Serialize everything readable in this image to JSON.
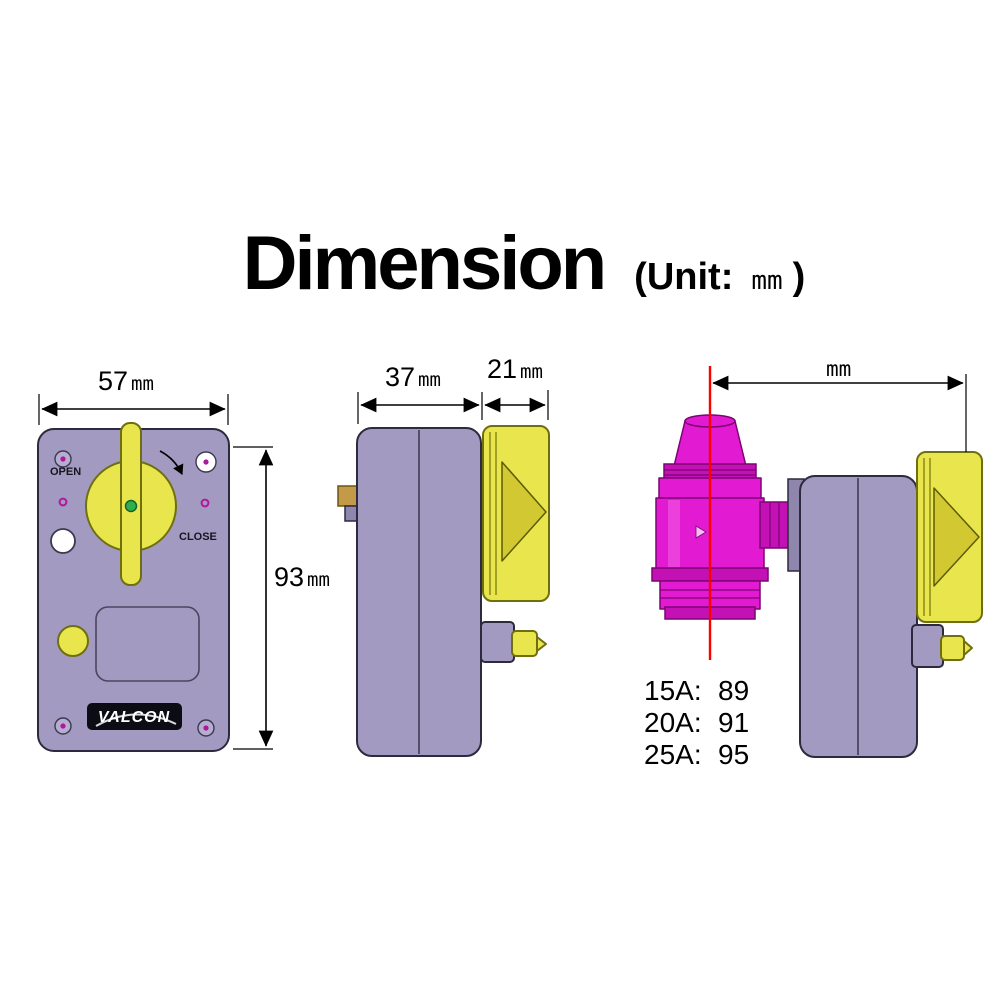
{
  "title": {
    "main": "Dimension",
    "unit_prefix": "(Unit:",
    "unit_value": "mm",
    "unit_suffix": ")"
  },
  "front_view": {
    "width_value": "57",
    "width_unit": "mm",
    "height_value": "93",
    "height_unit": "mm",
    "open_label": "OPEN",
    "close_label": "CLOSE",
    "brand": "VALCON"
  },
  "side_view": {
    "depth_value": "37",
    "depth_unit": "mm",
    "knob_value": "21",
    "knob_unit": "mm"
  },
  "assembly_view": {
    "length_unit": "mm",
    "size_table": [
      {
        "size": "15A:",
        "length": "89"
      },
      {
        "size": "20A:",
        "length": "91"
      },
      {
        "size": "25A:",
        "length": "95"
      }
    ]
  },
  "colors": {
    "body": "#a29ac0",
    "body_dark": "#8f86ae",
    "handle_yellow": "#e8e64c",
    "valve_magenta": "#e21ad2",
    "centerline_red": "#ff0000",
    "green_indicator": "#2fae4e"
  }
}
